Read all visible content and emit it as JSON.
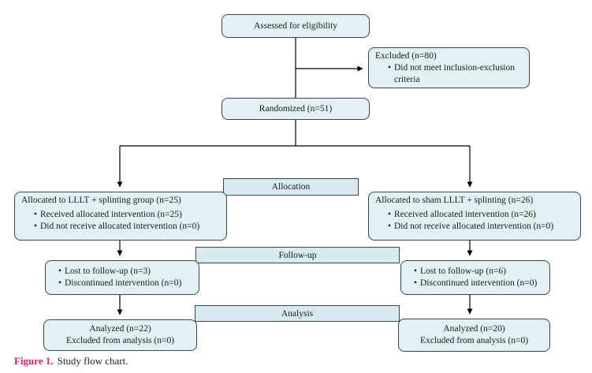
{
  "caption": {
    "label": "Figure 1.",
    "text": "Study flow chart."
  },
  "colors": {
    "box_fill": "#e2f1f4",
    "band_fill": "#d7eaf2",
    "box_border": "#3d4346",
    "line": "#000000",
    "caption_accent": "#d91a77"
  },
  "flowchart": {
    "assessed": {
      "text": "Assessed for eligibility"
    },
    "excluded": {
      "title": "Excluded (n=80)",
      "bullets": [
        "Did not meet inclusion-exclusion criteria"
      ]
    },
    "randomized": {
      "text": "Randomized (n=51)"
    },
    "bands": {
      "allocation": "Allocation",
      "followup": "Follow-up",
      "analysis": "Analysis"
    },
    "allocation_left": {
      "title": "Allocated to LLLT + splinting group (n=25)",
      "bullets": [
        "Received allocated intervention (n=25)",
        "Did not receive allocated intervention (n=0)"
      ]
    },
    "allocation_right": {
      "title": "Allocated to sham LLLT + splinting (n=26)",
      "bullets": [
        "Received allocated intervention (n=26)",
        "Did not receive allocated intervention (n=0)"
      ]
    },
    "followup_left": {
      "bullets": [
        "Lost to follow-up (n=3)",
        "Discontinued intervention (n=0)"
      ]
    },
    "followup_right": {
      "bullets": [
        "Lost to follow-up (n=6)",
        "Discontinued intervention (n=0)"
      ]
    },
    "analysis_left": {
      "lines": [
        "Analyzed (n=22)",
        "Excluded from analysis (n=0)"
      ]
    },
    "analysis_right": {
      "lines": [
        "Analyzed (n=20)",
        "Excluded from analysis (n=0)"
      ]
    }
  }
}
